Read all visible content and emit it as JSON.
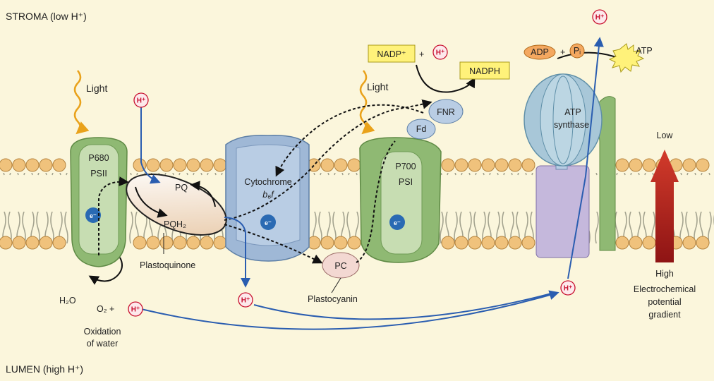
{
  "regions": {
    "stroma": "STROMA (low H⁺)",
    "lumen": "LUMEN (high H⁺)"
  },
  "labels": {
    "light": "Light",
    "p680": "P680",
    "psii": "PSII",
    "pq": "PQ",
    "pqh2": "PQH₂",
    "plastoquinone": "Plastoquinone",
    "cytochrome": "Cytochrome",
    "b6f": "b₆f",
    "p700": "P700",
    "psi": "PSI",
    "fd": "Fd",
    "fnr": "FNR",
    "pc": "PC",
    "plastocyanin": "Plastocyanin",
    "atp_synthase_1": "ATP",
    "atp_synthase_2": "synthase",
    "nadp": "NADP⁺",
    "nadph": "NADPH",
    "adp": "ADP",
    "pi": "Pᵢ",
    "atp": "ATP",
    "plus": "+",
    "h2o": "H₂O",
    "o2": "O₂ +",
    "oxidation_1": "Oxidation",
    "oxidation_2": "of water",
    "low": "Low",
    "high": "High",
    "gradient_1": "Electrochemical",
    "gradient_2": "potential",
    "gradient_3": "gradient",
    "proton": "H⁺",
    "electron": "e⁻"
  },
  "colors": {
    "background": "#fbf6dc",
    "lipid_head": "#f0c27c",
    "photosystem": "#8fb973",
    "cytochrome": "#9fb8d6",
    "atp_synthase_head": "#a8c7d8",
    "proton_flow": "#2a5db0",
    "gradient_arrow": "#b3201f",
    "product_chip": "#fff27a"
  },
  "proton_marker_count": 6
}
